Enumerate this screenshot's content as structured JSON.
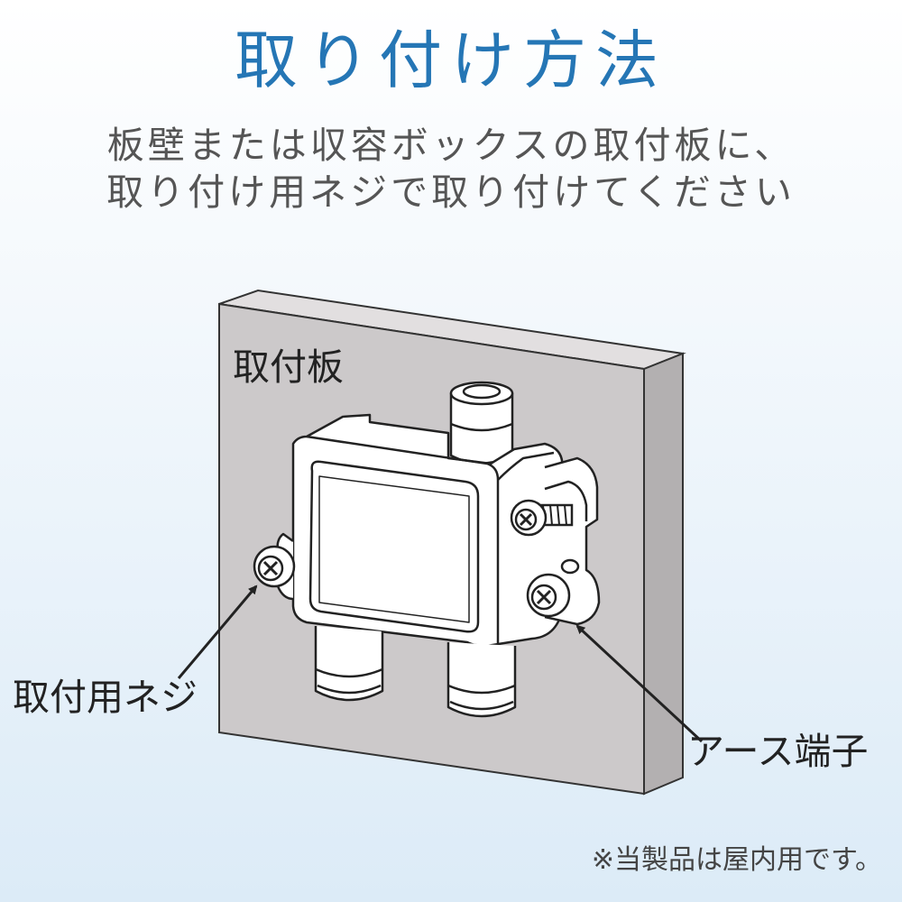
{
  "title": "取り付け方法",
  "subtitle_line1": "板壁または収容ボックスの取付板に、",
  "subtitle_line2": "取り付け用ネジで取り付けてください",
  "labels": {
    "mounting_plate": "取付板",
    "mounting_screw": "取付用ネジ",
    "earth_terminal": "アース端子"
  },
  "note": "※当製品は屋内用です。",
  "colors": {
    "title": "#2576b5",
    "plate_front": "#ccc9ca",
    "plate_side": "#b3b0b1",
    "device": "#ffffff",
    "outline": "#222222"
  }
}
